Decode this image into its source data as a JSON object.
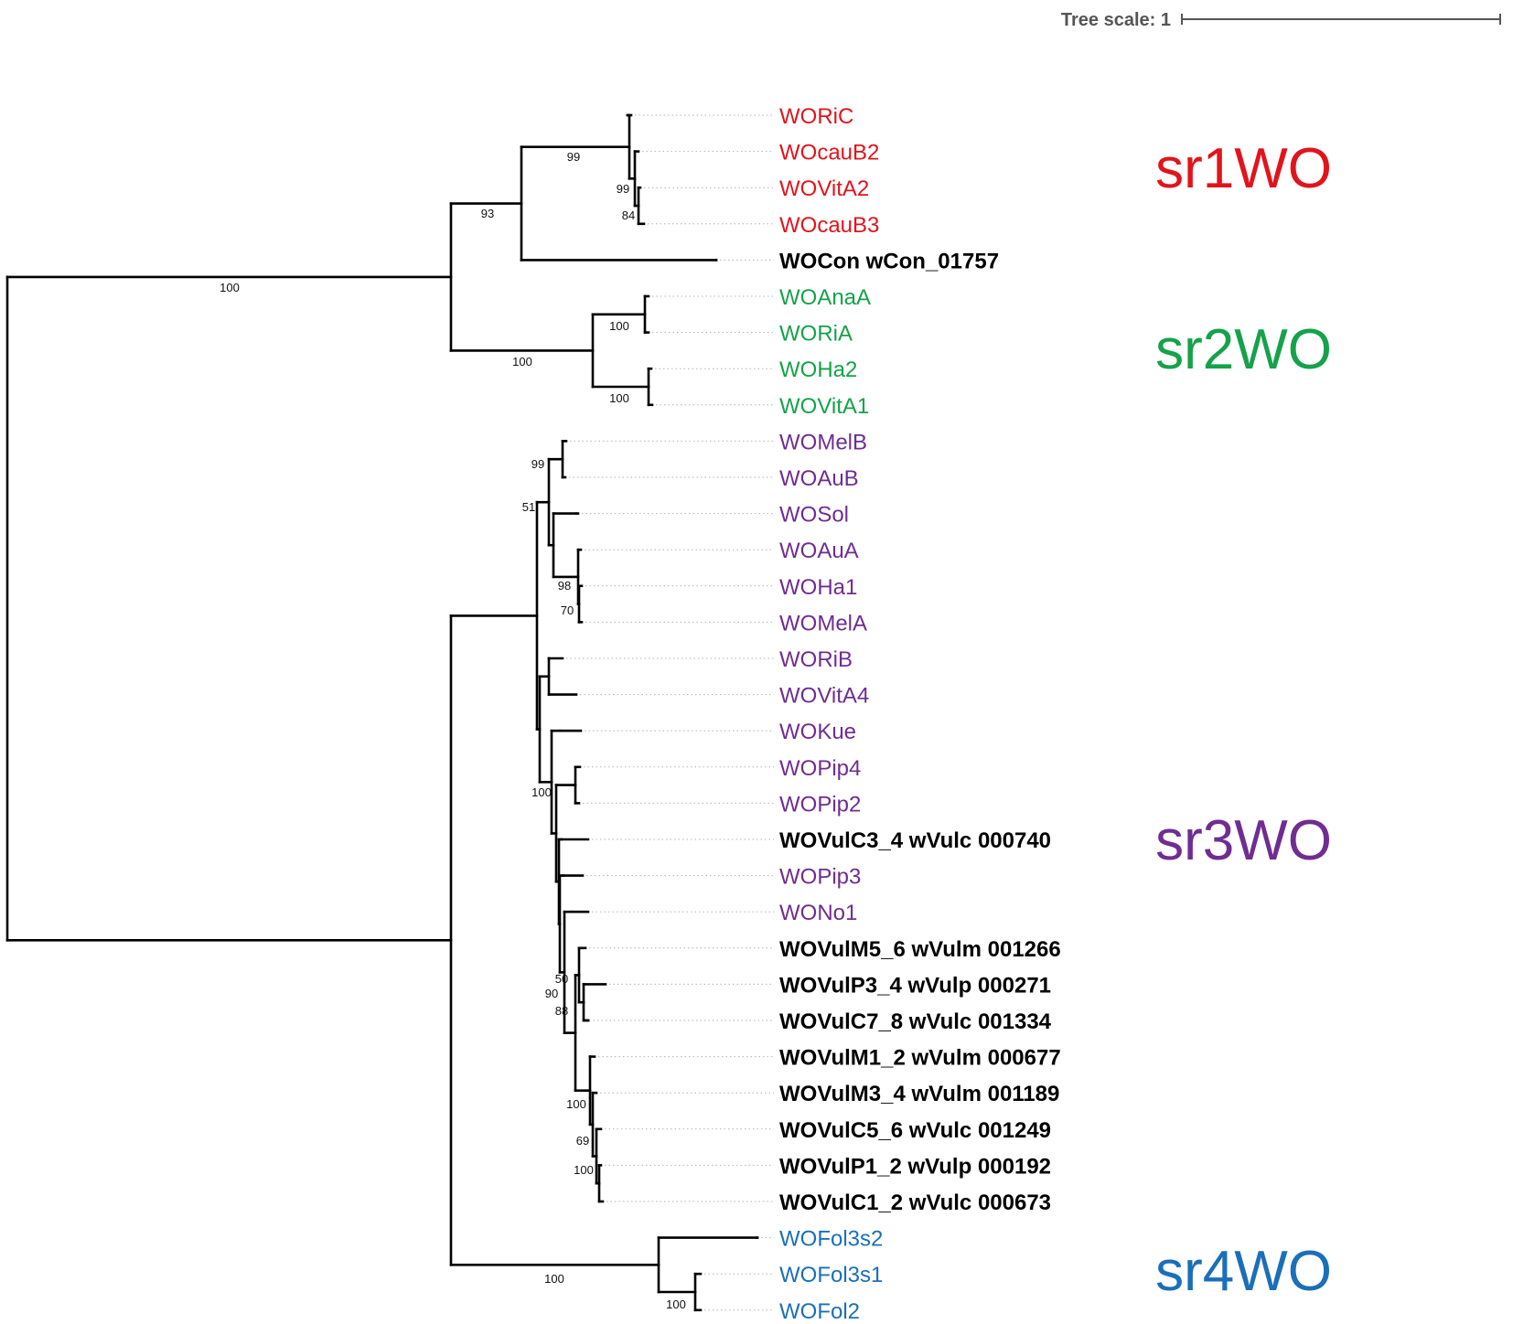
{
  "scale": {
    "label": "Tree scale: 1"
  },
  "colors": {
    "sr1": "#e1141c",
    "sr2": "#15a24a",
    "sr3": "#6f2d91",
    "sr4": "#1b6fb8",
    "black": "#000000"
  },
  "leaves": [
    {
      "id": "WORiC",
      "label": "WORiC",
      "group": "sr1",
      "bold": false
    },
    {
      "id": "WOcauB2",
      "label": "WOcauB2",
      "group": "sr1",
      "bold": false
    },
    {
      "id": "WOVitA2",
      "label": "WOVitA2",
      "group": "sr1",
      "bold": false
    },
    {
      "id": "WOcauB3",
      "label": "WOcauB3",
      "group": "sr1",
      "bold": false
    },
    {
      "id": "WOCon",
      "label": "WOCon wCon_01757",
      "group": "black",
      "bold": true
    },
    {
      "id": "WOAnaA",
      "label": "WOAnaA",
      "group": "sr2",
      "bold": false
    },
    {
      "id": "WORiA",
      "label": "WORiA",
      "group": "sr2",
      "bold": false
    },
    {
      "id": "WOHa2",
      "label": "WOHa2",
      "group": "sr2",
      "bold": false
    },
    {
      "id": "WOVitA1",
      "label": "WOVitA1",
      "group": "sr2",
      "bold": false
    },
    {
      "id": "WOMelB",
      "label": "WOMelB",
      "group": "sr3",
      "bold": false
    },
    {
      "id": "WOAuB",
      "label": "WOAuB",
      "group": "sr3",
      "bold": false
    },
    {
      "id": "WOSol",
      "label": "WOSol",
      "group": "sr3",
      "bold": false
    },
    {
      "id": "WOAuA",
      "label": "WOAuA",
      "group": "sr3",
      "bold": false
    },
    {
      "id": "WOHa1",
      "label": "WOHa1",
      "group": "sr3",
      "bold": false
    },
    {
      "id": "WOMelA",
      "label": "WOMelA",
      "group": "sr3",
      "bold": false
    },
    {
      "id": "WORiB",
      "label": "WORiB",
      "group": "sr3",
      "bold": false
    },
    {
      "id": "WOVitA4",
      "label": "WOVitA4",
      "group": "sr3",
      "bold": false
    },
    {
      "id": "WOKue",
      "label": "WOKue",
      "group": "sr3",
      "bold": false
    },
    {
      "id": "WOPip4",
      "label": "WOPip4",
      "group": "sr3",
      "bold": false
    },
    {
      "id": "WOPip2",
      "label": "WOPip2",
      "group": "sr3",
      "bold": false
    },
    {
      "id": "WOVulC3_4",
      "label": "WOVulC3_4  wVulc 000740",
      "group": "black",
      "bold": true
    },
    {
      "id": "WOPip3",
      "label": "WOPip3",
      "group": "sr3",
      "bold": false
    },
    {
      "id": "WONo1",
      "label": "WONo1",
      "group": "sr3",
      "bold": false
    },
    {
      "id": "WOVulM5_6",
      "label": "WOVulM5_6 wVulm 001266",
      "group": "black",
      "bold": true
    },
    {
      "id": "WOVulP3_4",
      "label": "WOVulP3_4 wVulp 000271",
      "group": "black",
      "bold": true
    },
    {
      "id": "WOVulC7_8",
      "label": "WOVulC7_8 wVulc 001334",
      "group": "black",
      "bold": true
    },
    {
      "id": "WOVulM1_2",
      "label": "WOVulM1_2 wVulm 000677",
      "group": "black",
      "bold": true
    },
    {
      "id": "WOVulM3_4",
      "label": "WOVulM3_4 wVulm 001189",
      "group": "black",
      "bold": true
    },
    {
      "id": "WOVulC5_6",
      "label": "WOVulC5_6 wVulc 001249",
      "group": "black",
      "bold": true
    },
    {
      "id": "WOVulP1_2",
      "label": "WOVulP1_2 wVulp 000192",
      "group": "black",
      "bold": true
    },
    {
      "id": "WOVulC1_2",
      "label": "WOVulC1_2 wVulc 000673",
      "group": "black",
      "bold": true
    },
    {
      "id": "WOFol3s2",
      "label": "WOFol3s2",
      "group": "sr4",
      "bold": false
    },
    {
      "id": "WOFol3s1",
      "label": "WOFol3s1",
      "group": "sr4",
      "bold": false
    },
    {
      "id": "WOFol2",
      "label": "WOFol2",
      "group": "sr4",
      "bold": false
    }
  ],
  "clades": [
    {
      "name": "sr1WO",
      "group": "sr1"
    },
    {
      "name": "sr2WO",
      "group": "sr2"
    },
    {
      "name": "sr3WO",
      "group": "sr3"
    },
    {
      "name": "sr4WO",
      "group": "sr4"
    }
  ],
  "bootstrap_values": [
    "100",
    "93",
    "99",
    "99",
    "84",
    "100",
    "100",
    "100",
    "99",
    "51",
    "98",
    "70",
    "100",
    "50",
    "90",
    "88",
    "100",
    "69",
    "100",
    "100",
    "100"
  ]
}
